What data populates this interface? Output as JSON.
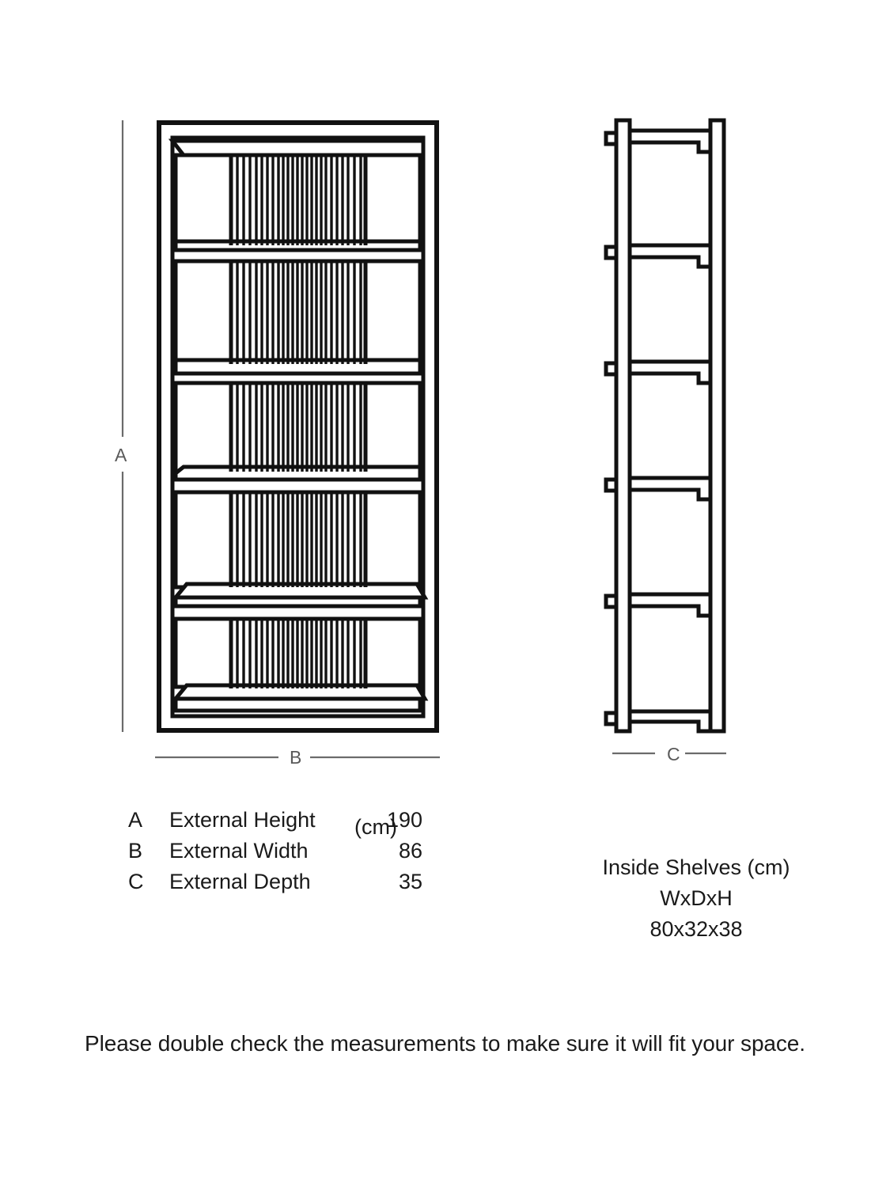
{
  "diagram": {
    "type": "product-dimension-drawing",
    "product": "bookshelf / shelving unit",
    "views": [
      {
        "name": "front-view",
        "label": "front elevation",
        "shelf_count": 5
      },
      {
        "name": "side-view",
        "label": "side elevation",
        "shelf_count": 5
      }
    ],
    "dimension_markers": {
      "a": "A",
      "b": "B",
      "c": "C"
    },
    "marker_color": "#5a5a5a",
    "line_color": "#111111"
  },
  "spec_table": {
    "unit_header": "(cm)",
    "rows": [
      {
        "key": "A",
        "name": "External Height",
        "value": "190"
      },
      {
        "key": "B",
        "name": "External Width",
        "value": "86"
      },
      {
        "key": "C",
        "name": "External Depth",
        "value": "35"
      }
    ]
  },
  "inside_shelves": {
    "title": "Inside Shelves (cm)",
    "axes": "WxDxH",
    "value": "80x32x38"
  },
  "footer": {
    "note": "Please double check the measurements to make sure it will fit your space."
  }
}
